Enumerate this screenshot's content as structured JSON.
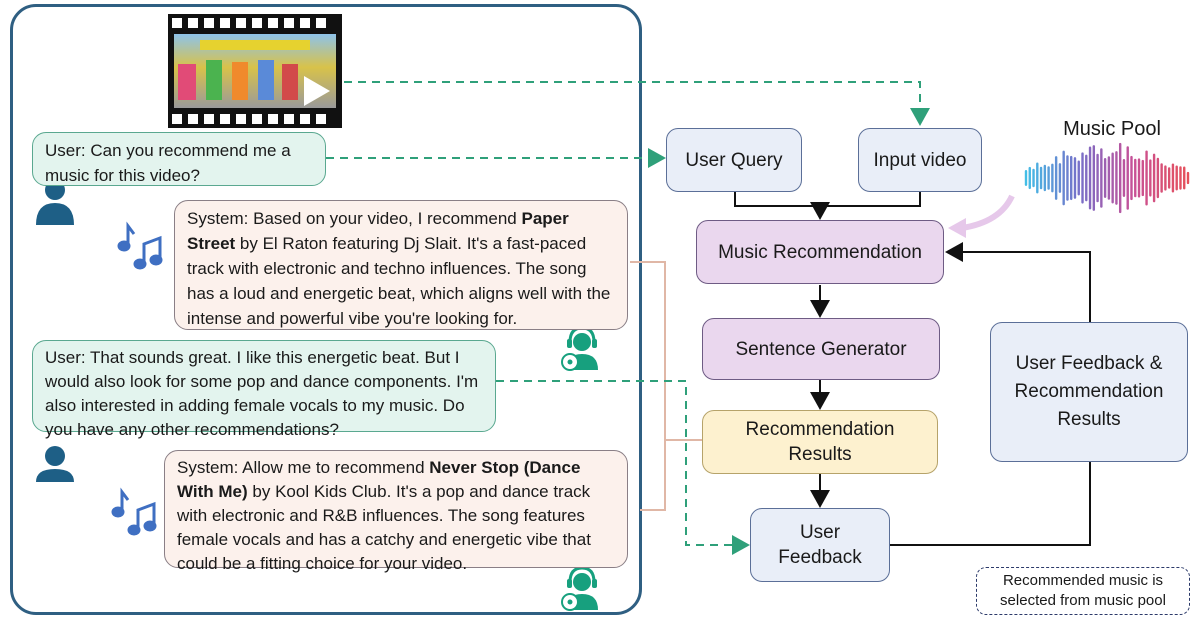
{
  "chat": {
    "user_msg_1": "User: Can you recommend me a music for this video?",
    "system_msg_1": {
      "pre": "System: Based on your video, I recommend ",
      "song": "Paper Street",
      "post": " by El Raton featuring Dj Slait. It's a fast-paced track with electronic and techno influences. The song has a loud and energetic beat, which aligns well with the intense and powerful vibe you're looking for."
    },
    "user_msg_2": "User: That sounds great. I like this energetic beat. But I would also look for some pop and dance components. I'm also interested in adding female vocals to my music. Do you have any other recommendations?",
    "system_msg_2": {
      "pre": "System: Allow me to recommend ",
      "song": "Never Stop (Dance With Me)",
      "post": " by Kool Kids Club. It's a pop and dance track with electronic and R&B influences. The song features female vocals and has a catchy and energetic vibe that could be a fitting choice for your video."
    }
  },
  "pipeline": {
    "user_query": "User Query",
    "input_video": "Input video",
    "music_recommendation": "Music Recommendation",
    "sentence_generator": "Sentence Generator",
    "recommendation_results": "Recommendation Results",
    "user_feedback": "User Feedback",
    "feedback_results": "User Feedback & Recommendation Results"
  },
  "music_pool": {
    "title": "Music Pool"
  },
  "note": "Recommended music is selected from music pool",
  "colors": {
    "panel_border": "#2f5f82",
    "dashed_arrow": "#2fa07a",
    "user_icon": "#1e5f86",
    "dj_icon": "#17a07e",
    "note_icon": "#3f6fc2",
    "connector": "#e0b7a6"
  },
  "icons": [
    "film-strip-icon",
    "play-icon",
    "user-icon",
    "music-note-icon",
    "dj-headphones-icon",
    "waveform-icon"
  ]
}
